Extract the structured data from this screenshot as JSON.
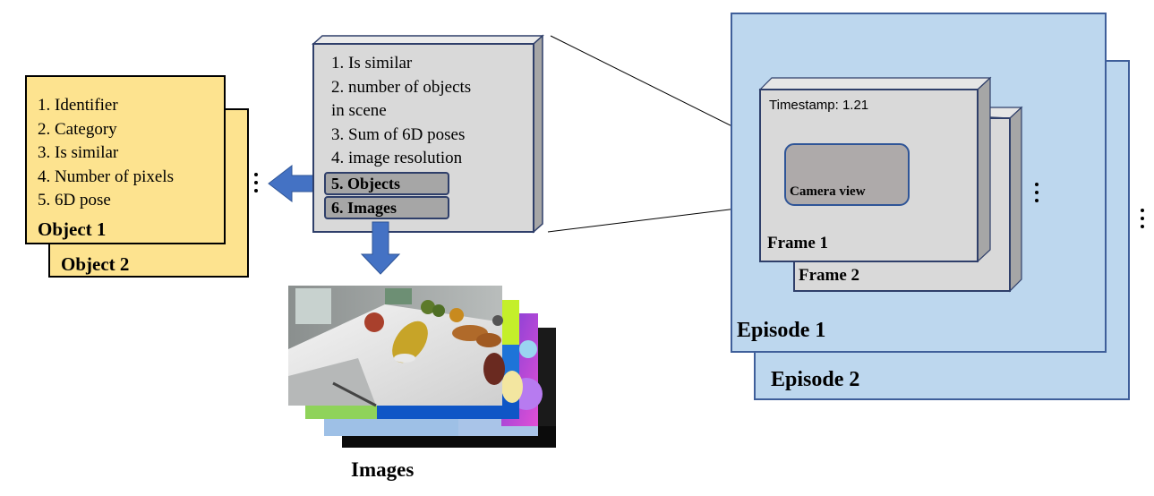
{
  "object_card": {
    "fields": [
      "1. Identifier",
      "2. Category",
      "3. Is similar",
      "4. Number of pixels",
      "5. 6D pose"
    ],
    "title_front": "Object 1",
    "title_back": "Object 2"
  },
  "scene_card": {
    "fields": [
      "1. Is similar",
      "2. number of objects",
      "in scene",
      "3. Sum of 6D poses",
      "4. image resolution"
    ],
    "objects_button": "5. Objects",
    "images_button": "6.  Images"
  },
  "images_caption": "Images",
  "frame": {
    "timestamp": "Timestamp: 1.21",
    "camera_view": "Camera view",
    "title_front": "Frame 1",
    "title_back": "Frame 2"
  },
  "episodes": {
    "front": "Episode 1",
    "back": "Episode 2"
  },
  "colors": {
    "object_card": "#fde38f",
    "episode": "#bdd7ee",
    "frame": "#d9d9d9",
    "arrow": "#4472c4",
    "button": "#a6a6a6"
  }
}
